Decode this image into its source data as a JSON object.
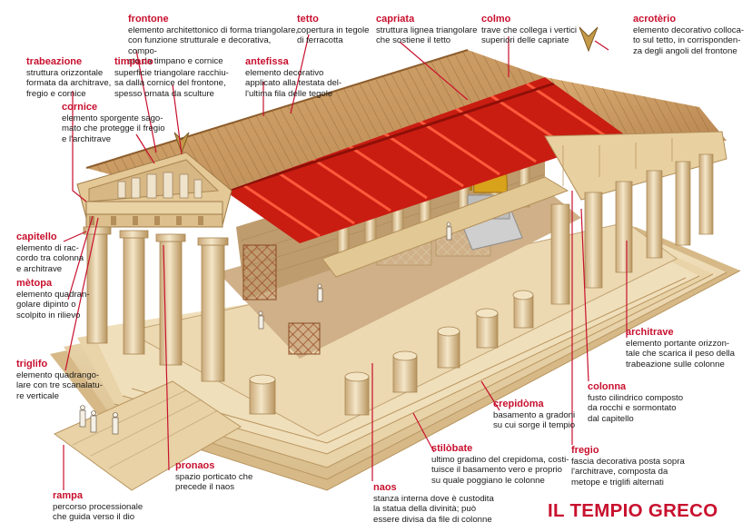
{
  "title": "IL TEMPIO GRECO",
  "colors": {
    "accent": "#c8102e",
    "stone": "#e6cfa3",
    "roof": "#c99a63",
    "wood": "#d92a1c"
  },
  "labels": {
    "trabeazione": {
      "term": "trabeazione",
      "desc": "struttura orizzontale\nformata da architrave,\nfregio e cornice"
    },
    "frontone": {
      "term": "frontone",
      "desc": "elemento architettonico di forma triangolare,\ncon funzione strutturale e decorativa, compo-\nsto da timpano e cornice"
    },
    "timpano": {
      "term": "timpano",
      "desc": "superficie triangolare racchiu-\nsa dalla cornice del frontone,\nspesso ornata da sculture"
    },
    "tetto": {
      "term": "tetto",
      "desc": "copertura in tegole\ndi terracotta"
    },
    "capriata": {
      "term": "capriata",
      "desc": "struttura lignea triangolare\nche sostiene il tetto"
    },
    "colmo": {
      "term": "colmo",
      "desc": "trave che collega i vertici\nsuperiori delle capriate"
    },
    "acroterio": {
      "term": "acrotèrio",
      "desc": "elemento decorativo colloca-\nto sul tetto, in corrisponden-\nza degli angoli del frontone"
    },
    "antefissa": {
      "term": "antefissa",
      "desc": "elemento decorativo\napplicato alla testata del-\nl'ultima fila delle tegole"
    },
    "cornice": {
      "term": "cornice",
      "desc": "elemento sporgente sago-\nmato che protegge il fregio\ne l'architrave"
    },
    "capitello": {
      "term": "capitello",
      "desc": "elemento di rac-\ncordo tra colonna\ne architrave"
    },
    "metopa": {
      "term": "mètopa",
      "desc": "elemento quadran-\ngolare dipinto o\nscolpito in rilievo"
    },
    "triglifo": {
      "term": "triglifo",
      "desc": "elemento quadrango-\nlare con tre scanalatu-\nre verticale"
    },
    "rampa": {
      "term": "rampa",
      "desc": "percorso processionale\nche guida verso il dio"
    },
    "pronaos": {
      "term": "pronaos",
      "desc": "spazio porticato che\nprecede il naos"
    },
    "naos": {
      "term": "naos",
      "desc": "stanza interna dove è custodita\nla statua della divinità; può\nessere divisa da file di colonne"
    },
    "stilobate": {
      "term": "stilòbate",
      "desc": "ultimo gradino del crepidoma, costi-\ntuisce il basamento vero e proprio\nsu quale poggiano le colonne"
    },
    "crepidoma": {
      "term": "crepidòma",
      "desc": "basamento a gradoni\nsu cui sorge il tempio"
    },
    "architrave": {
      "term": "architrave",
      "desc": "elemento portante orizzon-\ntale che scarica il peso della\ntrabeazione sulle colonne"
    },
    "colonna": {
      "term": "colonna",
      "desc": "fusto cilindrico composto\nda rocchi e sormontato\ndal capitello"
    },
    "fregio": {
      "term": "fregio",
      "desc": "fascia decorativa posta sopra\nl'architrave, composta da\nmetope e triglifi alternati"
    }
  }
}
